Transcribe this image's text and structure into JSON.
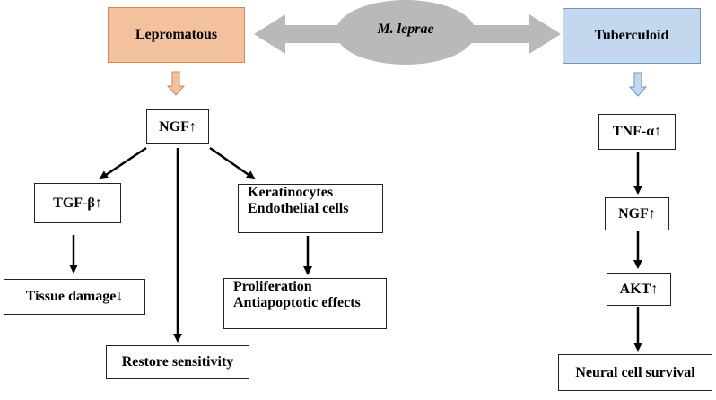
{
  "pathogen": "M. leprae",
  "left_branch": {
    "header": "Lepromatous",
    "ngf": "NGF↑",
    "tgf": "TGF-β↑",
    "tissue": "Tissue damage↓",
    "restore": "Restore sensitivity",
    "cells_line1": "Keratinocytes",
    "cells_line2": "Endothelial cells",
    "effects_line1": "Proliferation",
    "effects_line2": "Antiapoptotic effects"
  },
  "right_branch": {
    "header": "Tuberculoid",
    "tnf": "TNF-α↑",
    "ngf": "NGF↑",
    "akt": "AKT↑",
    "survival": "Neural cell survival"
  },
  "colors": {
    "lepromatous_fill": "#f4c19f",
    "tuberculoid_fill": "#c3d8ef",
    "pathogen_fill": "#b9b9b9"
  }
}
